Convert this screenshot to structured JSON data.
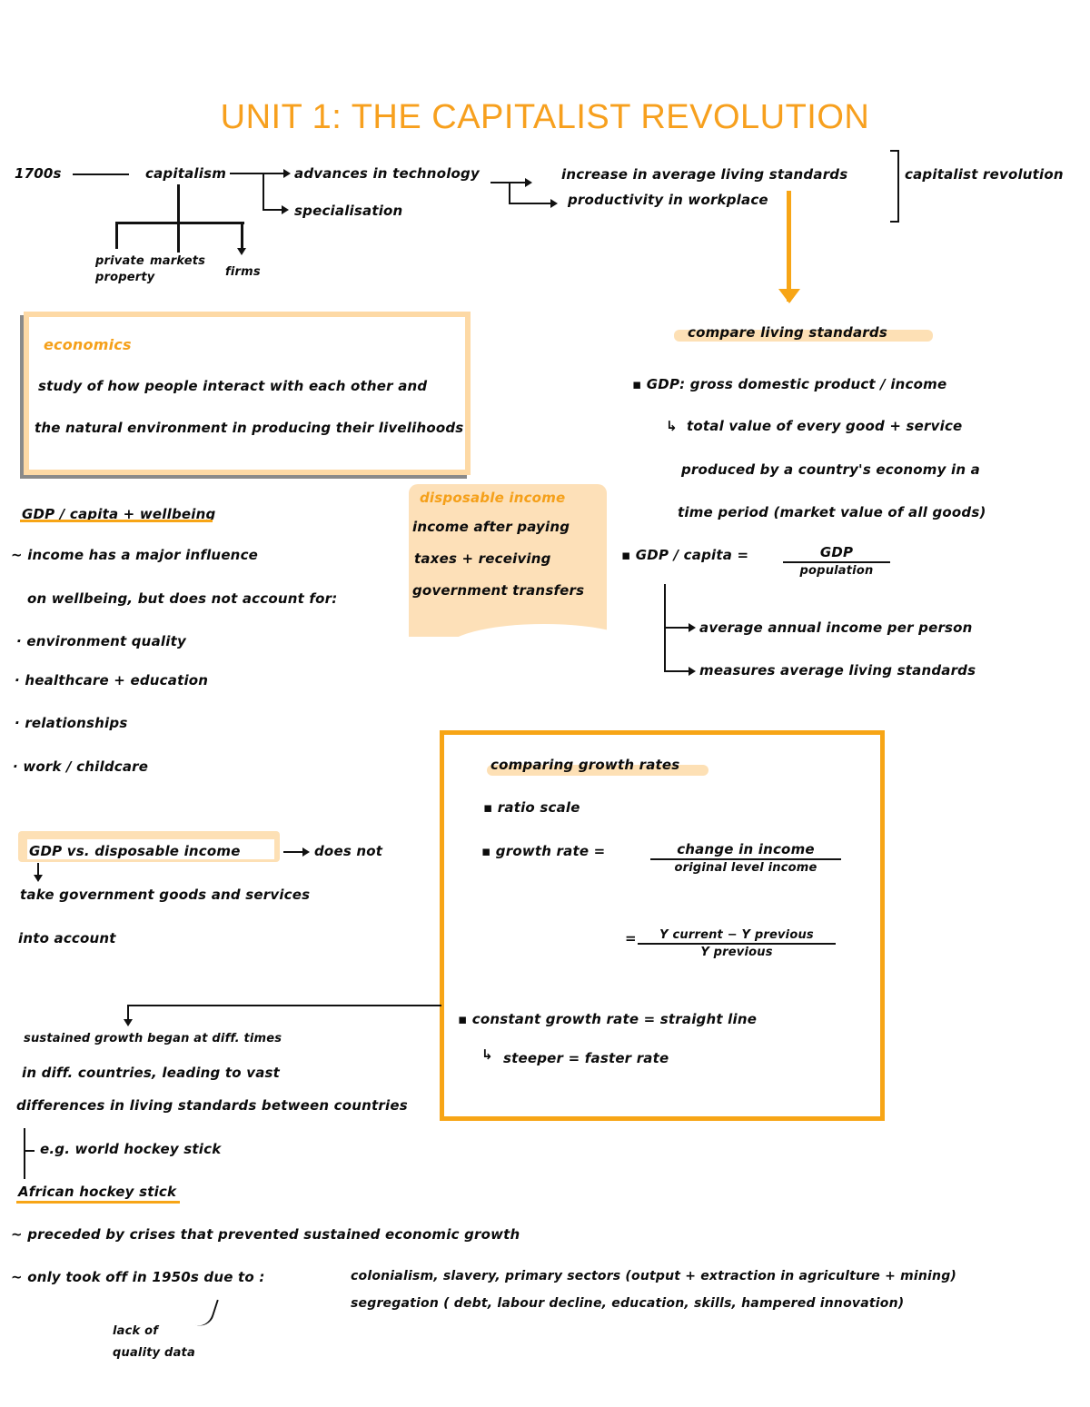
{
  "title": "UNIT 1: THE CAPITALIST REVOLUTION",
  "colors": {
    "accent": "#f7a01e",
    "highlight": "#fde0b5",
    "ink": "#111111",
    "shadow": "#8a8a8a"
  },
  "top_flow": {
    "era": "1700s",
    "capitalism": "capitalism",
    "pillars": [
      "private property",
      "markets",
      "firms"
    ],
    "pillar_private_1": "private",
    "pillar_private_2": "property",
    "pillar_markets": "markets",
    "pillar_firms": "firms",
    "leads_to": [
      "advances in technology",
      "specialisation"
    ],
    "outcomes": [
      "increase in average living standards",
      "productivity in workplace"
    ],
    "bracket_label": "capitalist revolution"
  },
  "economics_box": {
    "heading": "economics",
    "line1": "study of how people interact with each other and",
    "line2": "the natural environment in producing their livelihoods"
  },
  "compare": {
    "heading": "compare living standards",
    "gdp_label": "▪ GDP:  gross domestic product / income",
    "gdp_def_1": "total value of every good + service",
    "gdp_def_2": "produced by a country's economy in a",
    "gdp_def_3": "time period  (market value of all goods)",
    "gdp_capita_label": "▪ GDP / capita  =",
    "gdp_capita_num": "GDP",
    "gdp_capita_den": "population",
    "capita_points": [
      "average annual income per person",
      "measures average living standards"
    ]
  },
  "disposable_box": {
    "heading": "disposable income",
    "line1": "income after paying",
    "line2": "taxes + receiving",
    "line3": "government transfers"
  },
  "wellbeing": {
    "heading": "GDP / capita + wellbeing",
    "line1": "~ income has a major influence",
    "line2": "on wellbeing, but does not account for:",
    "items": [
      "· environment quality",
      "· healthcare + education",
      "· relationships",
      "· work / childcare"
    ]
  },
  "gdp_vs": {
    "label": "GDP   vs.   disposable income",
    "arrow_text": "does not",
    "line2": "take government goods and services",
    "line3": "into account"
  },
  "growth_box": {
    "heading": "comparing growth rates",
    "ratio_scale": "▪ ratio scale",
    "growth_rate_label": "▪ growth rate  =",
    "frac1_num": "change in income",
    "frac1_den": "original level income",
    "eq2": "=",
    "frac2_num": "Y current  −  Y previous",
    "frac2_den": "Y previous",
    "constant": "▪ constant growth rate =  straight line",
    "steeper": "steeper = faster rate"
  },
  "sustained": {
    "line1": "sustained growth began at diff. times",
    "line2": "in diff. countries, leading to vast",
    "line3": "differences in living standards between countries",
    "example": "e.g. world hockey stick",
    "african": "African hockey stick"
  },
  "bottom": {
    "line1": "~ preceded by crises that prevented sustained economic growth",
    "line2_left": "~ only took off in 1950s due to :",
    "reasons_1": "colonialism,  slavery,  primary sectors  (output + extraction in agriculture + mining)",
    "reasons_2": "segregation  ( debt, labour decline,  education, skills, hampered innovation)",
    "note_1": "lack of",
    "note_2": "quality data"
  }
}
